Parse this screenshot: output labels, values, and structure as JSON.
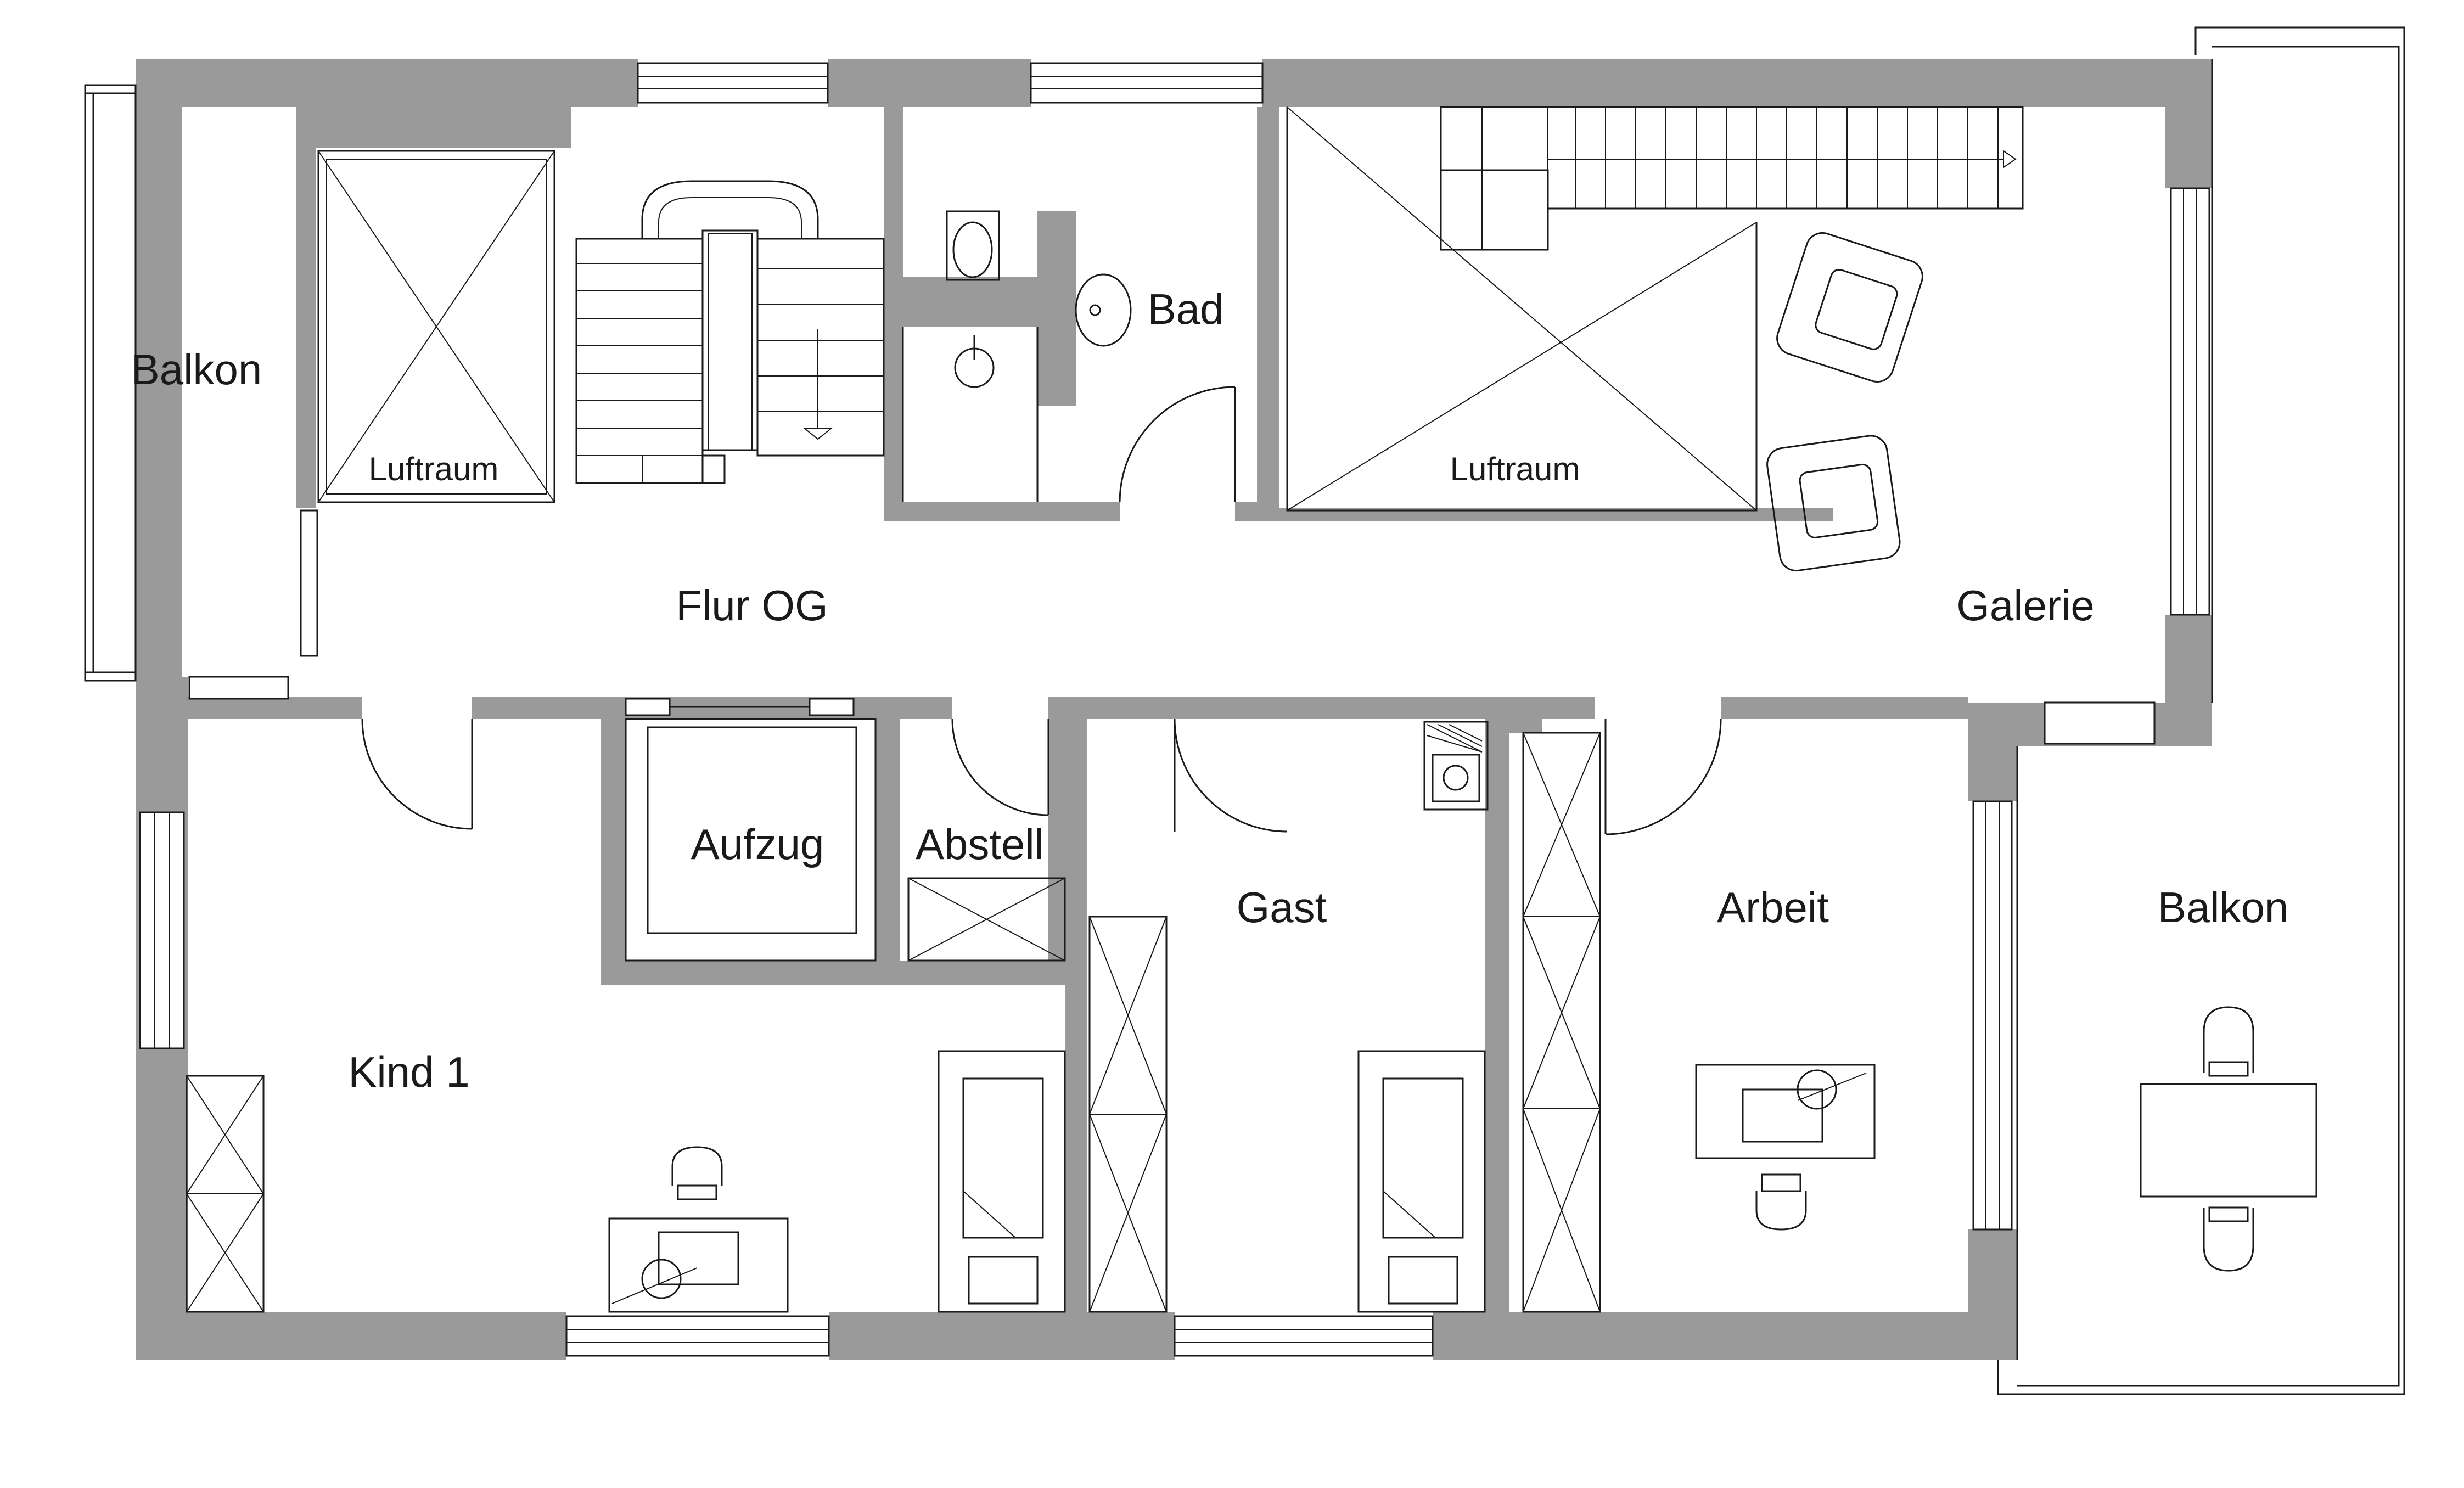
{
  "rooms": {
    "balkon_west": "Balkon",
    "luftraum_west": "Luftraum",
    "bad": "Bad",
    "luftraum_east": "Luftraum",
    "flur": "Flur OG",
    "galerie": "Galerie",
    "aufzug": "Aufzug",
    "abstell": "Abstell",
    "gast": "Gast",
    "arbeit": "Arbeit",
    "balkon_east": "Balkon",
    "kind": "Kind 1"
  },
  "colors": {
    "wall": "#9a9a9a",
    "line": "#1a1a1a",
    "background": "#ffffff"
  }
}
